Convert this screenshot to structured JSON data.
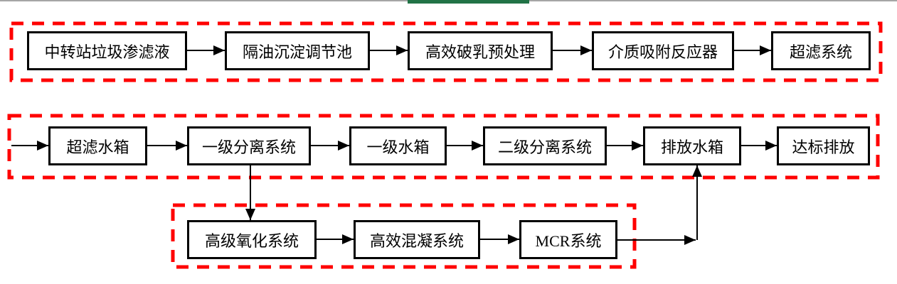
{
  "flow": {
    "type": "flowchart",
    "rows": [
      {
        "name": "pretreatment-stage",
        "nodes": [
          {
            "label": "中转站垃圾渗滤液"
          },
          {
            "label": "隔油沉淀调节池"
          },
          {
            "label": "高效破乳预处理"
          },
          {
            "label": "介质吸附反应器"
          },
          {
            "label": "超滤系统"
          }
        ]
      },
      {
        "name": "membrane-separation-stage",
        "nodes": [
          {
            "label": "超滤水箱"
          },
          {
            "label": "一级分离系统"
          },
          {
            "label": "一级水箱"
          },
          {
            "label": "二级分离系统"
          },
          {
            "label": "排放水箱"
          },
          {
            "label": "达标排放"
          }
        ]
      },
      {
        "name": "advanced-treatment-stage",
        "nodes": [
          {
            "label": "高级氧化系统"
          },
          {
            "label": "高效混凝系统"
          },
          {
            "label": "MCR系统"
          }
        ]
      }
    ]
  },
  "colors": {
    "box_border": "#000000",
    "arrow": "#000000",
    "dashed_border": "#FF0000",
    "accent_green": "#217346",
    "top_line": "#A6A6A6",
    "background": "#FFFFFF"
  }
}
